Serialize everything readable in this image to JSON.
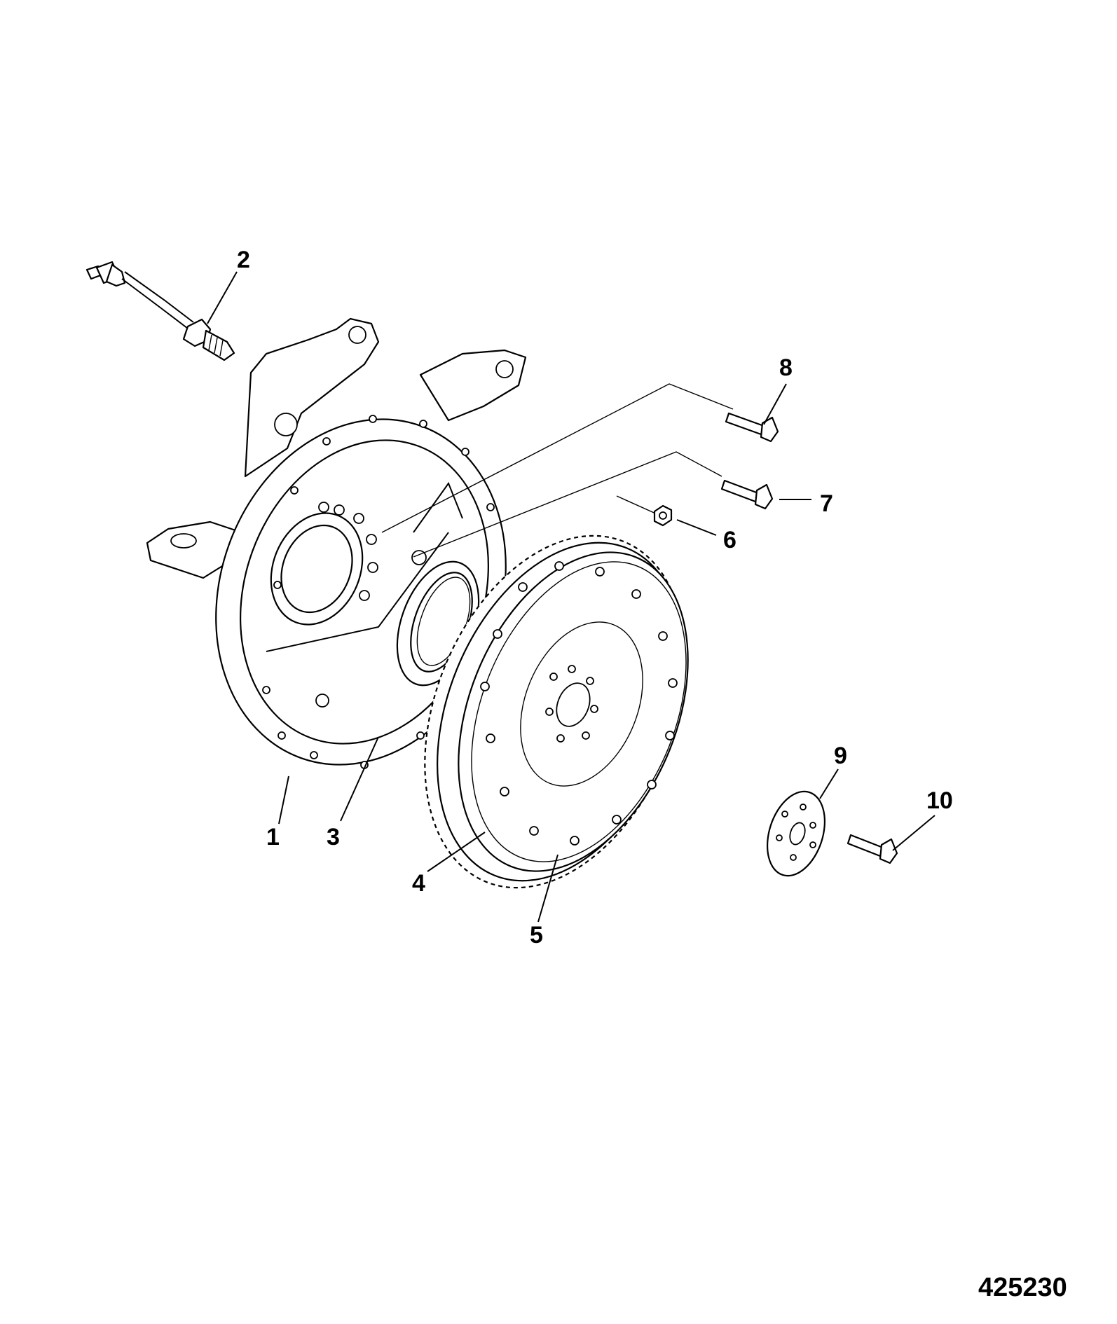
{
  "figure_number": "425230",
  "callouts": [
    {
      "id": "1",
      "part": "flywheel-housing"
    },
    {
      "id": "2",
      "part": "sensor"
    },
    {
      "id": "3",
      "part": "oil-seal"
    },
    {
      "id": "4",
      "part": "ring-gear"
    },
    {
      "id": "5",
      "part": "flywheel"
    },
    {
      "id": "6",
      "part": "nut"
    },
    {
      "id": "7",
      "part": "bolt"
    },
    {
      "id": "8",
      "part": "bolt"
    },
    {
      "id": "9",
      "part": "plate"
    },
    {
      "id": "10",
      "part": "bolt"
    }
  ]
}
